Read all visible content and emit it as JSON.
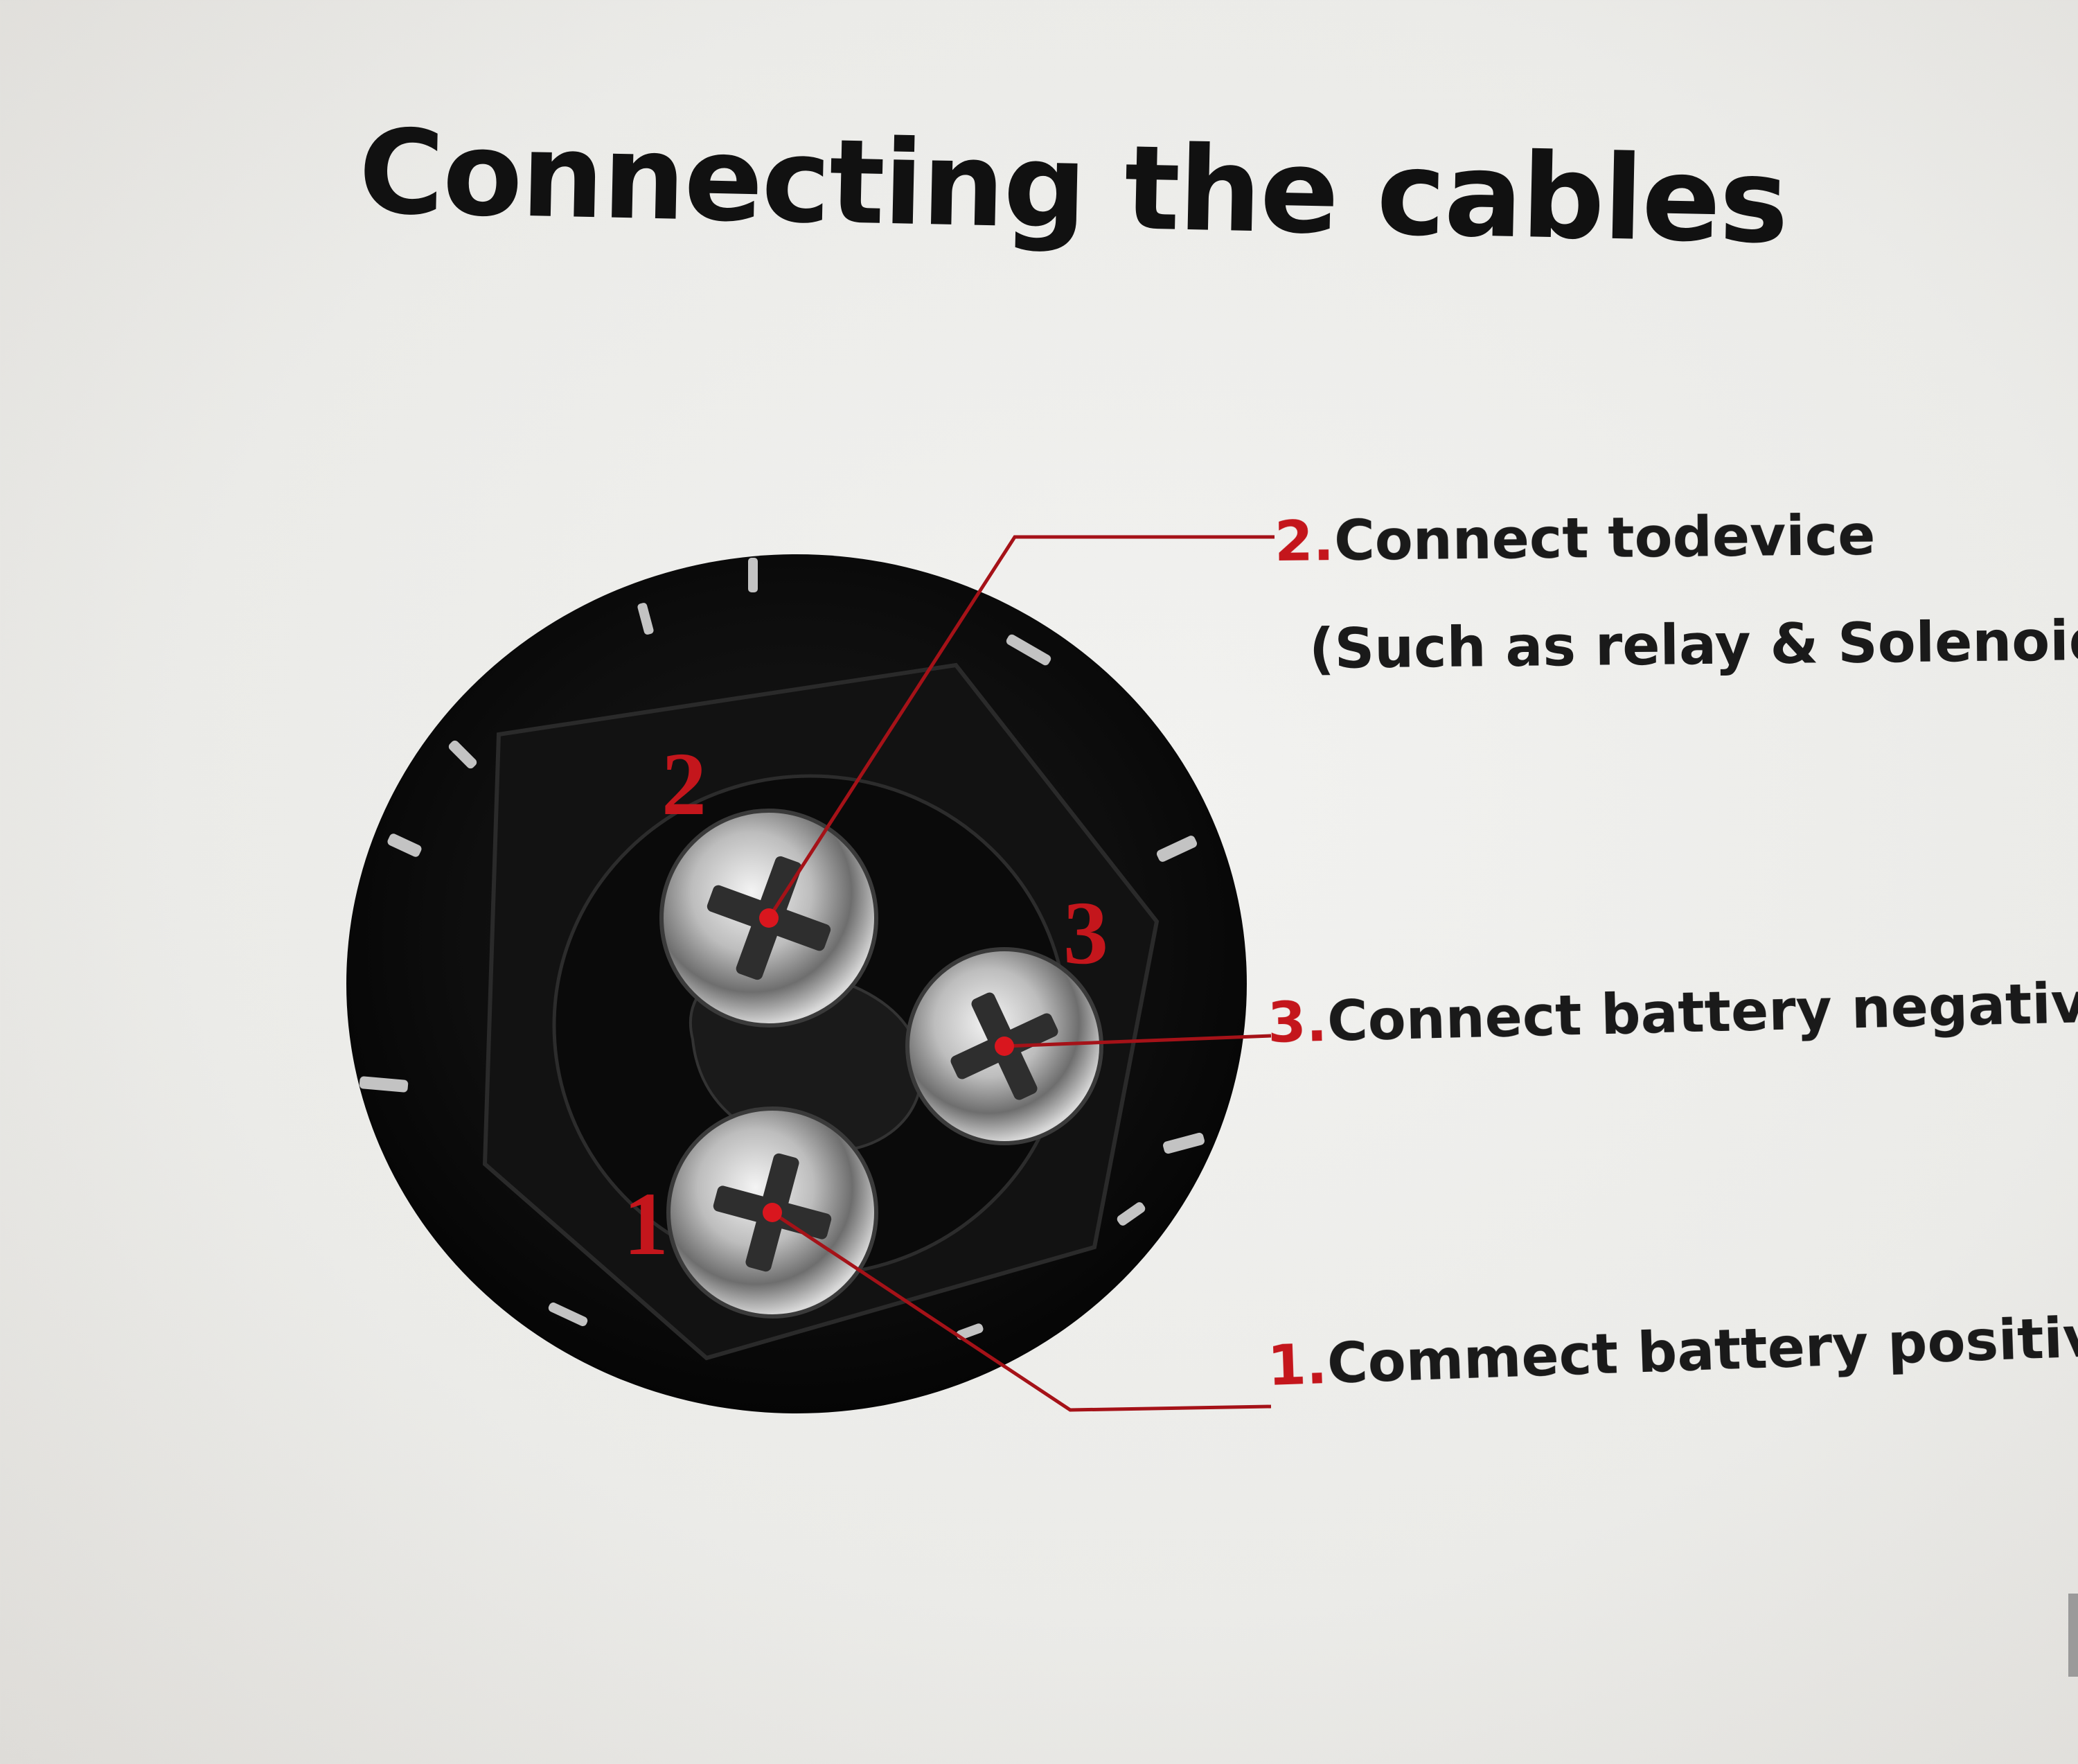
{
  "title": "Connecting the cables",
  "terminals": [
    {
      "id": "2",
      "number": "2",
      "sep": ".",
      "label": "Connect todevice",
      "sublabel": "(Such as  relay & Solenoid)"
    },
    {
      "id": "3",
      "number": "3",
      "sep": ".",
      "label": "Connect battery negative"
    },
    {
      "id": "1",
      "number": "1",
      "sep": ".",
      "label": "Commect battery positive"
    }
  ],
  "colors": {
    "accent_red": "#c4161c",
    "text": "#1a1a1a",
    "housing": "#0b0b0b",
    "screw_metal": "#c9c9c9"
  },
  "icons": {
    "screw": "phillips-screw-icon",
    "connector": "round-connector-icon"
  }
}
